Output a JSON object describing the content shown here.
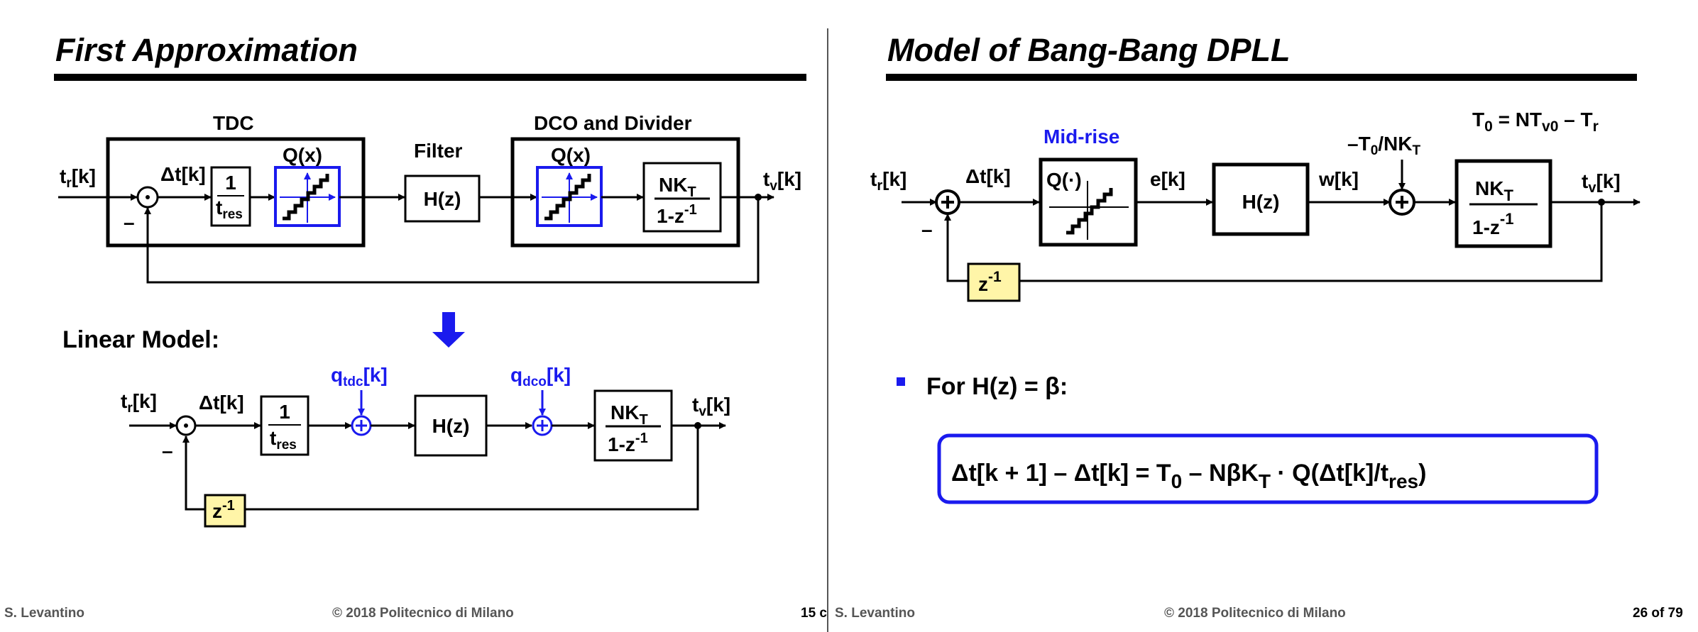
{
  "left_slide": {
    "title": "First Approximation",
    "top_diagram": {
      "input": "t",
      "input_sub": "r",
      "input_tail": "[k]",
      "error": "Δt[k]",
      "minus": "–",
      "tdc_label": "TDC",
      "gain_num": "1",
      "gain_den": "t",
      "gain_den_sub": "res",
      "quantizer_1": "Q(x)",
      "filter_label": "Filter",
      "filter": "H(z)",
      "dco_label": "DCO and Divider",
      "quantizer_2": "Q(x)",
      "dco_num": "NK",
      "dco_num_sub": "T",
      "dco_den": "1-z",
      "dco_den_sup": "-1",
      "output": "t",
      "output_sub": "v",
      "output_tail": "[k]"
    },
    "linear_model": {
      "heading": "Linear Model:",
      "input": "t",
      "input_sub": "r",
      "input_tail": "[k]",
      "error": "Δt[k]",
      "minus": "–",
      "gain_num": "1",
      "gain_den": "t",
      "gain_den_sub": "res",
      "noise_tdc": "q",
      "noise_tdc_sub": "tdc",
      "noise_tdc_tail": "[k]",
      "filter": "H(z)",
      "noise_dco": "q",
      "noise_dco_sub": "dco",
      "noise_dco_tail": "[k]",
      "dco_num": "NK",
      "dco_num_sub": "T",
      "dco_den": "1-z",
      "dco_den_sup": "-1",
      "output": "t",
      "output_sub": "v",
      "output_tail": "[k]",
      "delay": "z",
      "delay_sup": "-1"
    },
    "footer": {
      "author": "S. Levantino",
      "copyright": "© 2018 Politecnico di Milano",
      "page": "15 c"
    }
  },
  "right_slide": {
    "title": "Model of Bang-Bang DPLL",
    "equation_t0": "T",
    "equation_t0_sub": "0",
    "equation_t0_rest": " = NT",
    "equation_t0_sub2": "v0",
    "equation_t0_rest2": " – T",
    "equation_t0_sub3": "r",
    "quantizer_type": "Mid-rise",
    "input": "t",
    "input_sub": "r",
    "input_tail": "[k]",
    "error": "Δt[k]",
    "minus": "–",
    "quantizer": "Q(·)",
    "e_signal": "e[k]",
    "filter": "H(z)",
    "w_signal": "w[k]",
    "offset": "–T",
    "offset_sub": "0",
    "offset_rest": "/NK",
    "offset_sub2": "T",
    "dco_num": "NK",
    "dco_num_sub": "T",
    "dco_den": "1-z",
    "dco_den_sup": "-1",
    "output": "t",
    "output_sub": "v",
    "output_tail": "[k]",
    "delay": "z",
    "delay_sup": "-1",
    "bullet": "For H(z) = β:",
    "formula_a": "Δt[k + 1] – Δt[k] = T",
    "formula_a_sub": "0",
    "formula_b": " – NβK",
    "formula_b_sub": "T",
    "formula_c": " · Q(Δt[k]/t",
    "formula_c_sub": "res",
    "formula_d": ")",
    "footer": {
      "author": "S. Levantino",
      "copyright": "© 2018 Politecnico di Milano",
      "page": "26 of 79"
    }
  },
  "colors": {
    "accent": "#1a1aee",
    "delay_fill": "#fff5a8",
    "footer": "#555555"
  }
}
